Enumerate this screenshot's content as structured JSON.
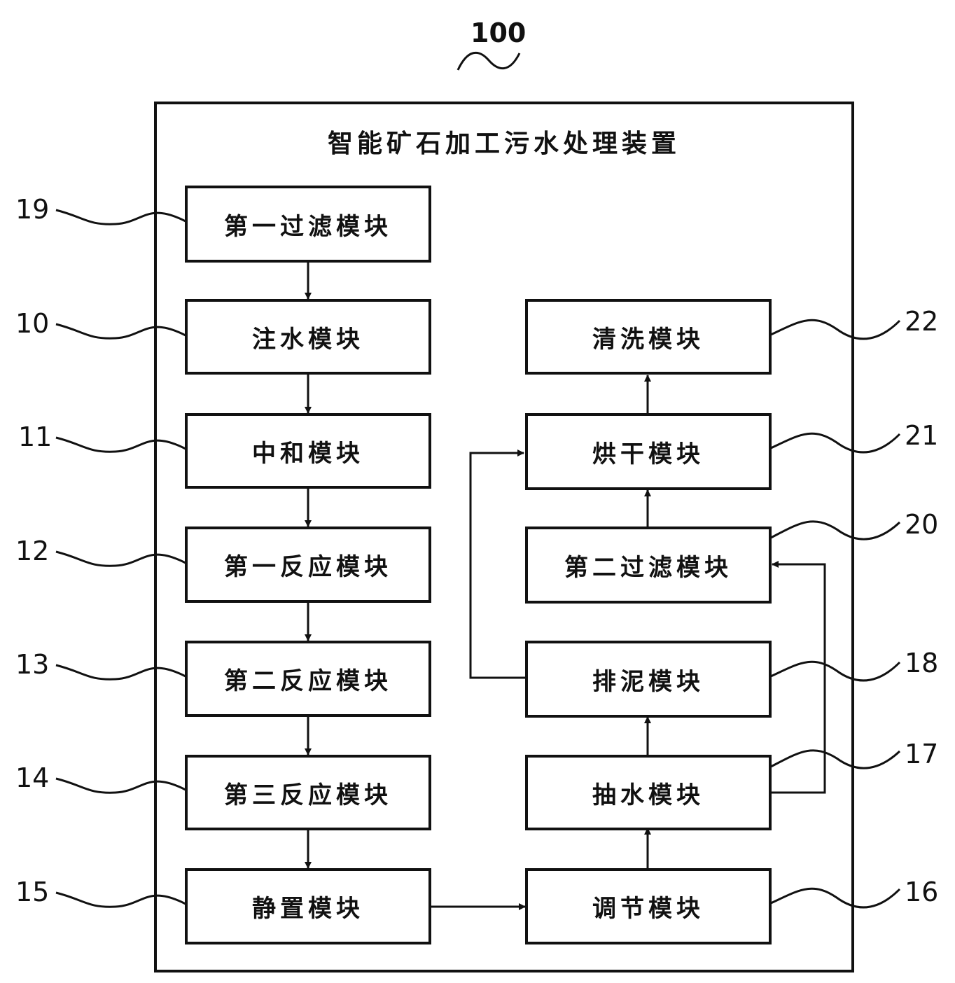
{
  "device": {
    "label": "100",
    "title": "智能矿石加工污水处理装置"
  },
  "modules": [
    {
      "id": "m19",
      "ref": "19",
      "label": "第一过滤模块"
    },
    {
      "id": "m10",
      "ref": "10",
      "label": "注水模块"
    },
    {
      "id": "m11",
      "ref": "11",
      "label": "中和模块"
    },
    {
      "id": "m12",
      "ref": "12",
      "label": "第一反应模块"
    },
    {
      "id": "m13",
      "ref": "13",
      "label": "第二反应模块"
    },
    {
      "id": "m14",
      "ref": "14",
      "label": "第三反应模块"
    },
    {
      "id": "m15",
      "ref": "15",
      "label": "静置模块"
    },
    {
      "id": "m22",
      "ref": "22",
      "label": "清洗模块"
    },
    {
      "id": "m21",
      "ref": "21",
      "label": "烘干模块"
    },
    {
      "id": "m20",
      "ref": "20",
      "label": "第二过滤模块"
    },
    {
      "id": "m18",
      "ref": "18",
      "label": "排泥模块"
    },
    {
      "id": "m17",
      "ref": "17",
      "label": "抽水模块"
    },
    {
      "id": "m16",
      "ref": "16",
      "label": "调节模块"
    }
  ],
  "connections": [
    {
      "from": "m19",
      "to": "m10"
    },
    {
      "from": "m10",
      "to": "m11"
    },
    {
      "from": "m11",
      "to": "m12"
    },
    {
      "from": "m12",
      "to": "m13"
    },
    {
      "from": "m13",
      "to": "m14"
    },
    {
      "from": "m14",
      "to": "m15"
    },
    {
      "from": "m15",
      "to": "m16"
    },
    {
      "from": "m16",
      "to": "m17"
    },
    {
      "from": "m17",
      "to": "m18"
    },
    {
      "from": "m17",
      "to": "m20"
    },
    {
      "from": "m18",
      "to": "m21"
    },
    {
      "from": "m20",
      "to": "m21"
    },
    {
      "from": "m21",
      "to": "m22"
    }
  ]
}
